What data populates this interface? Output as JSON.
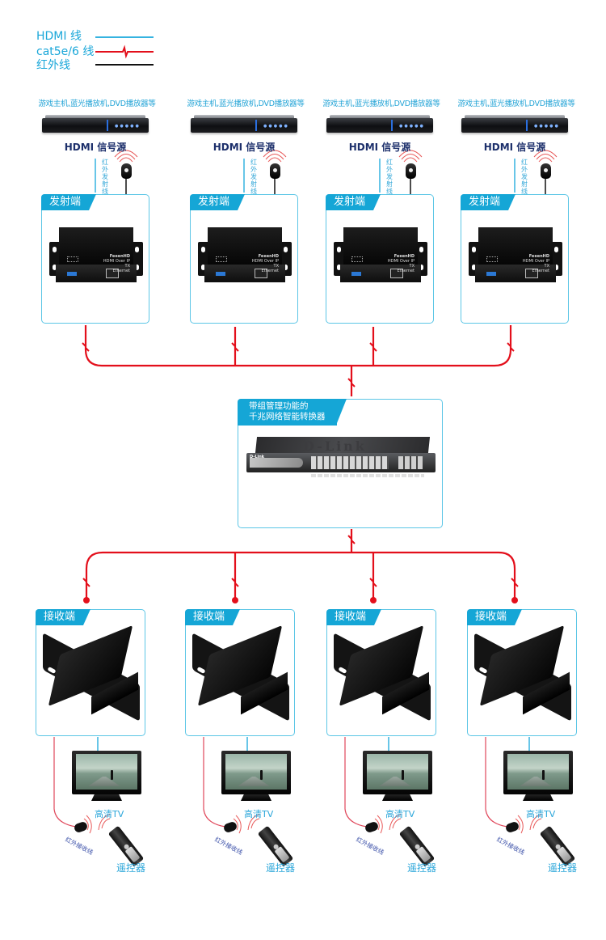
{
  "legend": {
    "items": [
      {
        "label": "HDMI 线",
        "line_type": "hdmi",
        "color": "#35b3e0"
      },
      {
        "label": "cat5e/6 线",
        "line_type": "network",
        "color": "#e30f1b"
      },
      {
        "label": "红外线",
        "line_type": "infrared",
        "color": "#111111"
      }
    ]
  },
  "sources": [
    {
      "caption": "游戏主机,蓝光播放机,DVD播放器等",
      "title": "HDMI 信号源",
      "ir_label": "红外发射线",
      "device_icon": "dvd-player-icon"
    },
    {
      "caption": "游戏主机,蓝光播放机,DVD播放器等",
      "title": "HDMI 信号源",
      "ir_label": "红外发射线",
      "device_icon": "dvd-player-icon"
    },
    {
      "caption": "游戏主机,蓝光播放机,DVD播放器等",
      "title": "HDMI 信号源",
      "ir_label": "红外发射线",
      "device_icon": "dvd-player-icon"
    },
    {
      "caption": "游戏主机,蓝光播放机,DVD播放器等",
      "title": "HDMI 信号源",
      "ir_label": "红外发射线",
      "device_icon": "dvd-player-icon"
    }
  ],
  "transmitters": [
    {
      "label": "发射端",
      "brand": "FeeenHD",
      "model": "HDMI Over IP TX",
      "port": "Ethernet"
    },
    {
      "label": "发射端",
      "brand": "FeeenHD",
      "model": "HDMI Over IP TX",
      "port": "Ethernet"
    },
    {
      "label": "发射端",
      "brand": "FeeenHD",
      "model": "HDMI Over IP TX",
      "port": "Ethernet"
    },
    {
      "label": "发射端",
      "brand": "FeeenHD",
      "model": "HDMI Over IP TX",
      "port": "Ethernet"
    }
  ],
  "switch": {
    "label_line1": "带组管理功能的",
    "label_line2": "千兆网络智能转换器",
    "brand": "D-Link"
  },
  "receivers": [
    {
      "label": "接收端",
      "tv_label": "高清TV",
      "ir_rx_label": "红外接收线",
      "remote_label": "遥控器"
    },
    {
      "label": "接收端",
      "tv_label": "高清TV",
      "ir_rx_label": "红外接收线",
      "remote_label": "遥控器"
    },
    {
      "label": "接收端",
      "tv_label": "高清TV",
      "ir_rx_label": "红外接收线",
      "remote_label": "遥控器"
    },
    {
      "label": "接收端",
      "tv_label": "高清TV",
      "ir_rx_label": "红外接收线",
      "remote_label": "遥控器"
    }
  ],
  "colors": {
    "accent": "#15a6d6",
    "box_border": "#5cc6e6",
    "network_line": "#e30f1b",
    "hdmi_line": "#35b3e0",
    "ir_line": "#111111",
    "title_text": "#1c2f6b"
  }
}
